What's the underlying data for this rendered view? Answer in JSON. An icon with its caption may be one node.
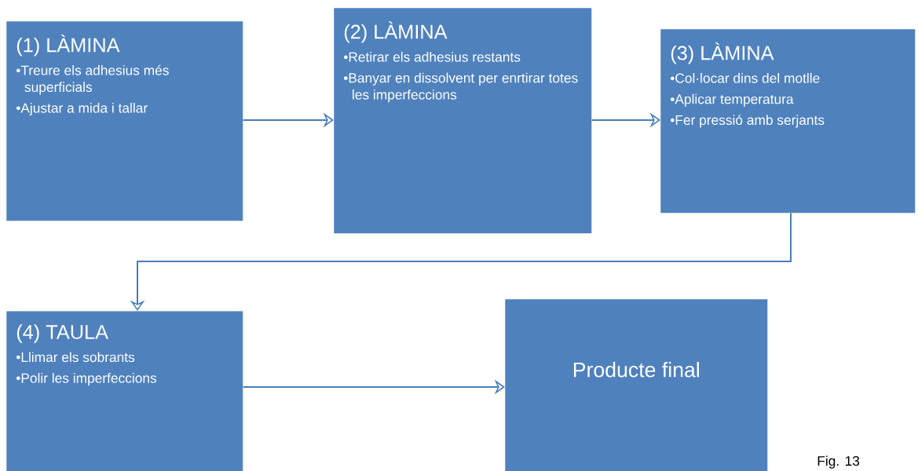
{
  "diagram": {
    "nodes": [
      {
        "text": [
          "(1) LÀMINA",
          "•Treure els adhesius més superficials",
          "•Ajustar a mida i tallar"
        ]
      },
      {
        "text": [
          "(2) LÀMINA",
          "•Retirar els adhesius restants",
          "•Banyar en dissolvent per enrtirar totes les imperfeccions"
        ]
      },
      {
        "text": [
          "(3) LÀMINA",
          "•Col·locar dins del motlle",
          "•Aplicar temperatura",
          "•Fer pressió amb serjants"
        ]
      },
      {
        "text": [
          "(4) TAULA",
          "•Llimar els sobrants",
          "•Polir les imperfeccions"
        ]
      },
      {
        "text": [
          "Producte final"
        ]
      }
    ],
    "edges": [
      {
        "from": 0,
        "to": 1,
        "arrow": "to"
      },
      {
        "from": 1,
        "to": 2,
        "arrow": "to"
      },
      {
        "from": 2,
        "to": 3,
        "arrow": "to"
      },
      {
        "from": 3,
        "to": 4,
        "arrow": "to"
      }
    ],
    "labels": [
      "Fig. 13"
    ]
  }
}
